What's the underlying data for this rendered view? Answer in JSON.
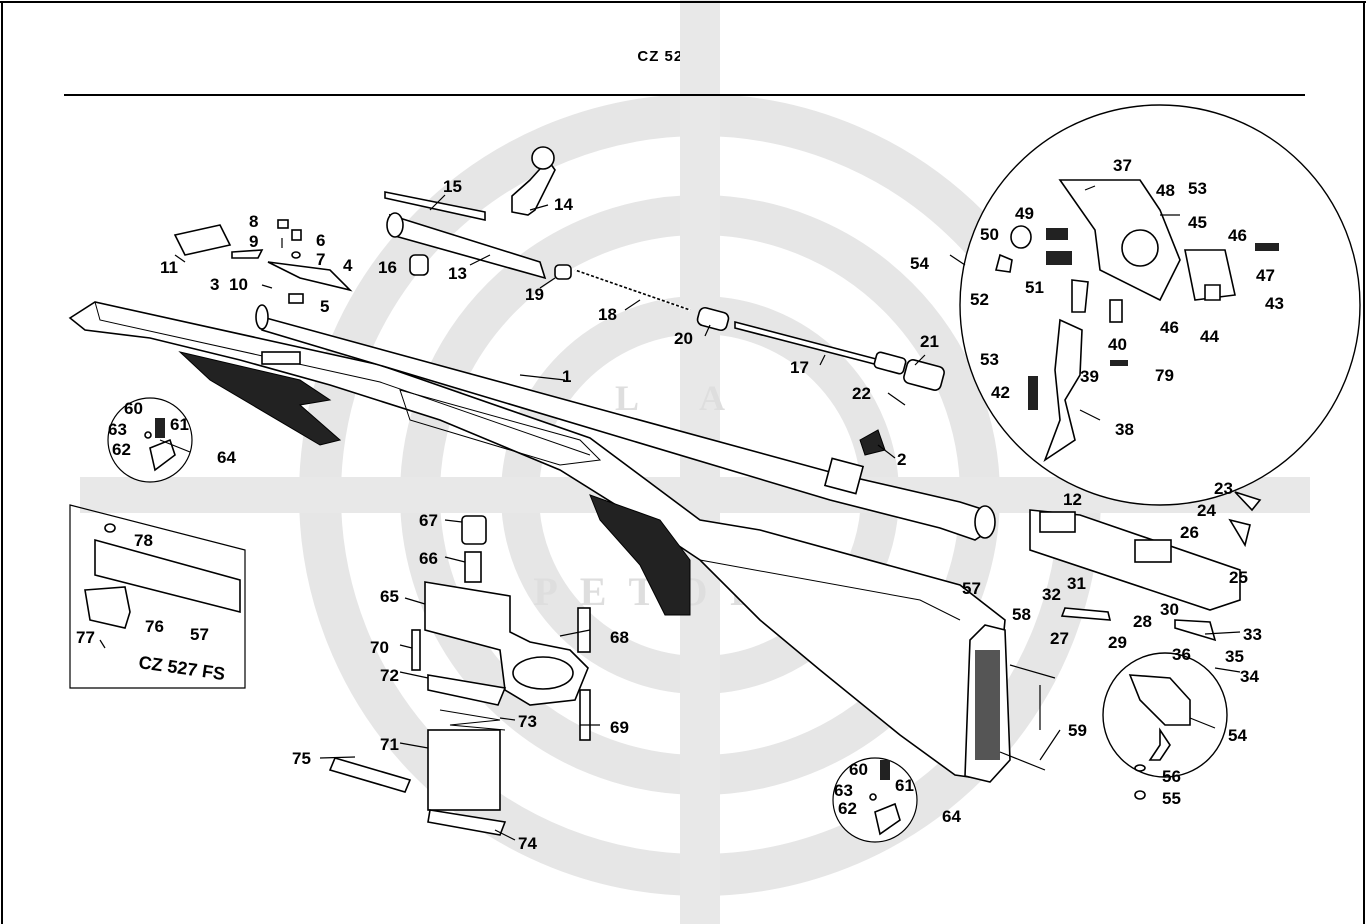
{
  "title": "CZ 527",
  "watermark_text": [
    "LA",
    "PETOIRE"
  ],
  "inset_label": "CZ 527 FS",
  "callouts": {
    "c1": "1",
    "c2": "2",
    "c3": "3",
    "c4": "4",
    "c5": "5",
    "c6": "6",
    "c7": "7",
    "c8": "8",
    "c9": "9",
    "c10": "10",
    "c11": "11",
    "c12": "12",
    "c13": "13",
    "c14": "14",
    "c15": "15",
    "c16": "16",
    "c17": "17",
    "c18": "18",
    "c19": "19",
    "c20": "20",
    "c21": "21",
    "c22": "22",
    "c23": "23",
    "c24": "24",
    "c25": "25",
    "c26": "26",
    "c27": "27",
    "c28": "28",
    "c29": "29",
    "c30": "30",
    "c31": "31",
    "c32": "32",
    "c33": "33",
    "c34": "34",
    "c35": "35",
    "c36": "36",
    "c37": "37",
    "c38": "38",
    "c39": "39",
    "c40": "40",
    "c42": "42",
    "c43": "43",
    "c44": "44",
    "c45": "45",
    "c46a": "46",
    "c46b": "46",
    "c47": "47",
    "c48": "48",
    "c49": "49",
    "c50": "50",
    "c51": "51",
    "c52": "52",
    "c53a": "53",
    "c53b": "53",
    "c54a": "54",
    "c54b": "54",
    "c55": "55",
    "c56": "56",
    "c57a": "57",
    "c57b": "57",
    "c58": "58",
    "c59": "59",
    "c60a": "60",
    "c60b": "60",
    "c61a": "61",
    "c61b": "61",
    "c62a": "62",
    "c62b": "62",
    "c63a": "63",
    "c63b": "63",
    "c64a": "64",
    "c64b": "64",
    "c65": "65",
    "c66": "66",
    "c67": "67",
    "c68": "68",
    "c69": "69",
    "c70": "70",
    "c71": "71",
    "c72": "72",
    "c73": "73",
    "c74": "74",
    "c75": "75",
    "c76": "76",
    "c77": "77",
    "c78": "78",
    "c79": "79"
  }
}
